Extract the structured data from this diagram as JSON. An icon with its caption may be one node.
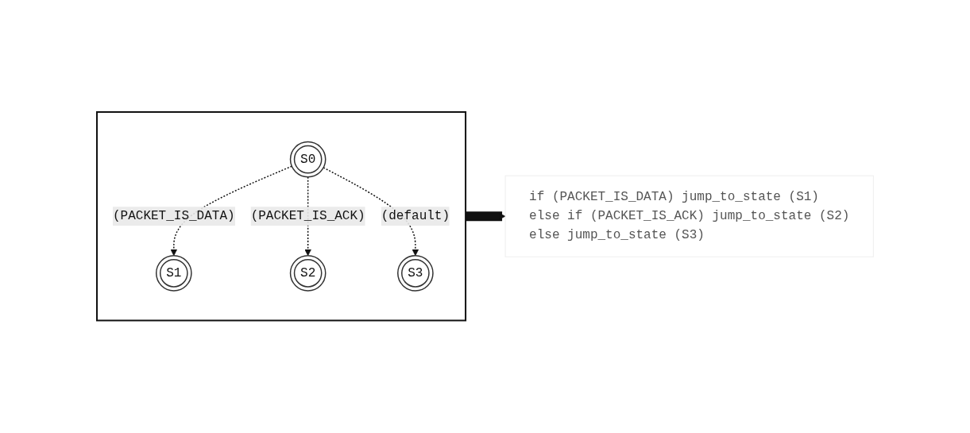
{
  "diagram": {
    "nodes": [
      {
        "text": [],
        "shape": "box"
      },
      {
        "text": [
          "S0"
        ],
        "in": 0
      },
      {
        "text": [
          "S1"
        ],
        "in": 0
      },
      {
        "text": [
          "S3"
        ],
        "in": 0
      },
      {
        "text": [
          "S2"
        ],
        "in": 0
      },
      {
        "text": [
          "if (PACKET_IS_DATA) jump_to_state (S1)",
          "else if (PACKET_IS_ACK) jump_to_state (S2)",
          "else jump_to_state (S3)"
        ]
      }
    ],
    "edges": [
      {
        "from": 1,
        "to": 2,
        "arrow": "to",
        "label": "(PACKET_IS_DATA)",
        "style": "dashed"
      },
      {
        "from": 1,
        "to": 4,
        "arrow": "to",
        "label": "(PACKET_IS_ACK)",
        "style": "dashed"
      },
      {
        "from": 1,
        "to": 3,
        "arrow": "to",
        "label": "(default)",
        "style": "dashed"
      },
      {
        "from": 0,
        "to": 5,
        "arrow": "to",
        "style": "thick"
      }
    ]
  }
}
